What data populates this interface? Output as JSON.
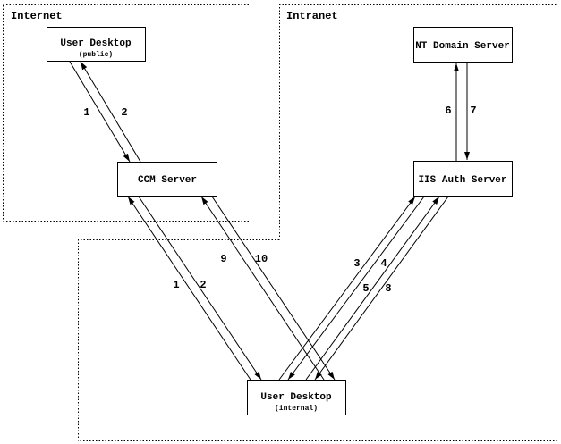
{
  "diagram": {
    "type": "network-auth-flow-diagram",
    "colors": {
      "background": "#ffffff",
      "line": "#000000",
      "node_fill": "#ffffff"
    }
  },
  "zones": {
    "internet": {
      "label": "Internet"
    },
    "intranet": {
      "label": "Intranet"
    }
  },
  "nodes": {
    "user_desktop_public": {
      "title": "User Desktop",
      "subtitle": "(public)"
    },
    "ccm_server": {
      "title": "CCM Server"
    },
    "nt_domain_server": {
      "title": "NT Domain Server"
    },
    "iis_auth_server": {
      "title": "IIS Auth Server"
    },
    "user_desktop_internal": {
      "title": "User Desktop",
      "subtitle": "(internal)"
    }
  },
  "flow_labels": {
    "step1_public": "1",
    "step2_public": "2",
    "step1_internal": "1",
    "step2_internal": "2",
    "step3": "3",
    "step4": "4",
    "step5": "5",
    "step6": "6",
    "step7": "7",
    "step8": "8",
    "step9": "9",
    "step10": "10"
  }
}
